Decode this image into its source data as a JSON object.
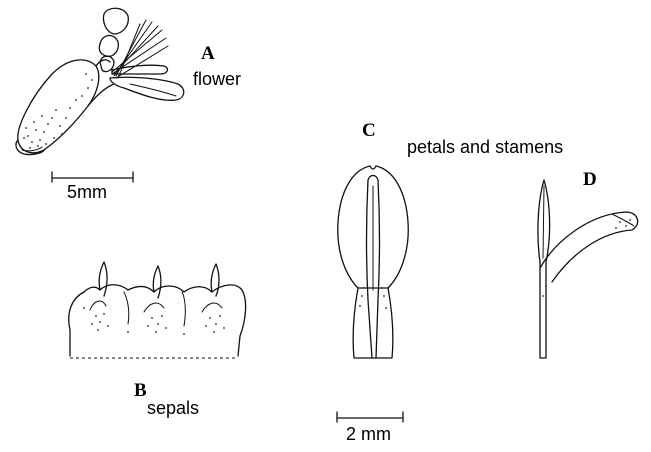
{
  "labels": {
    "a_letter": "A",
    "a_caption": "flower",
    "b_letter": "B",
    "b_caption": "sepals",
    "c_letter": "C",
    "d_letter": "D",
    "cd_caption": "petals and stamens"
  },
  "scale_bars": {
    "flower": "5mm",
    "petal": "2 mm"
  },
  "colors": {
    "ink": "#111111",
    "paper": "#ffffff"
  }
}
